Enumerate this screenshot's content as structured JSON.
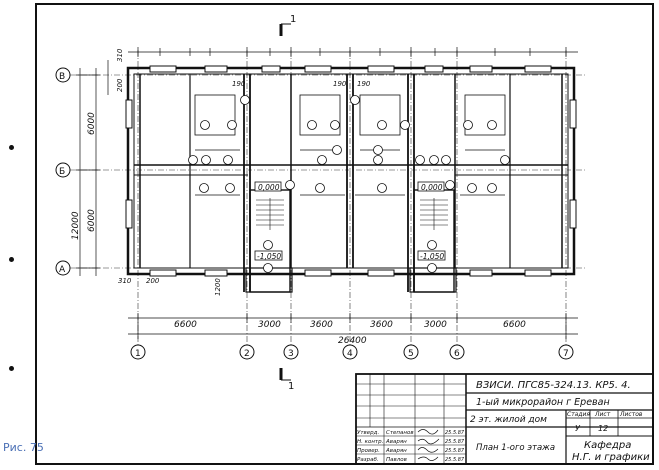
{
  "caption": "Рис. 75",
  "section_mark": "1",
  "axes": {
    "rows": [
      "В",
      "Б",
      "А"
    ],
    "cols": [
      "1",
      "2",
      "3",
      "4",
      "5",
      "6",
      "7"
    ]
  },
  "dims": {
    "bottom_chain": [
      "6600",
      "3000",
      "3600",
      "3600",
      "3000",
      "6600"
    ],
    "bottom_total": "26400",
    "left_chain": [
      "6000",
      "6000"
    ],
    "left_total": "12000",
    "top_small": "310",
    "left_small": "200",
    "bottom_small_a": "310",
    "bottom_small_b": "200",
    "side_small": "1200",
    "mid_a": "190",
    "mid_b": "190"
  },
  "levels": {
    "floor_left": "0,000",
    "floor_right": "0,000",
    "entry_left": "-1,050",
    "entry_right": "-1,050"
  },
  "title_block": {
    "code": "ВЗИСИ. ПГС85-324.13. КР5. 4.",
    "location": "1-ый микрорайон г Ереван",
    "building": "2 эт. жилой дом",
    "sheet_title": "План 1-ого этажа",
    "col_stage": "Стадия",
    "col_sheet": "Лист",
    "col_sheets": "Листов",
    "stage": "У",
    "sheet_no": "12",
    "dept_1": "Кафедра",
    "dept_2": "Н.Г. и графики",
    "roles": [
      "Утверд.",
      "Н. контр.",
      "Провер.",
      "Разраб."
    ],
    "names": [
      "Степанов",
      "Аварян",
      "Аварян",
      "Павлов"
    ],
    "dates": [
      "25.5.87",
      "25.5.87",
      "25.5.87",
      "25.5.87"
    ]
  }
}
